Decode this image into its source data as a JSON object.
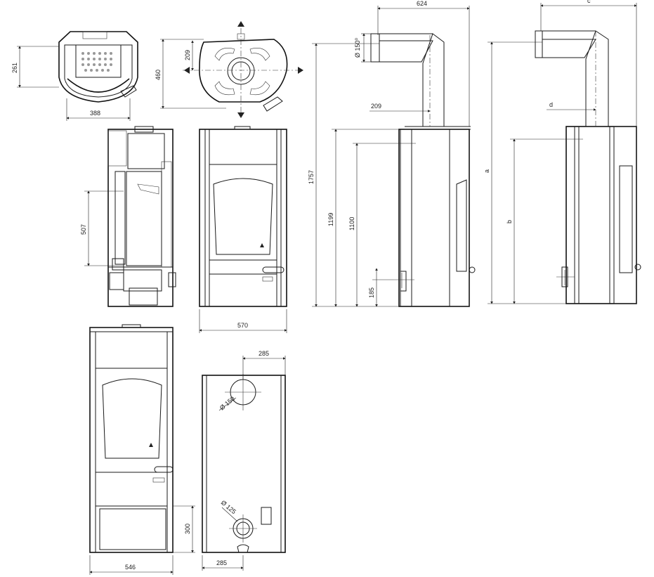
{
  "dims": {
    "top_depth": "261",
    "top_width": "388",
    "outlet_depth": "460",
    "outlet_offset": "209",
    "window_height": "507",
    "front_width": "570",
    "flue_depth": "624",
    "flue_diameter": "Ø 150⁰",
    "flue_offset": "209",
    "total_height": "1757",
    "body_height": "1199",
    "outlet_height": "1100",
    "air_inlet_height": "185",
    "param_a": "a",
    "param_b": "b",
    "param_c": "c",
    "param_d": "d",
    "front2_width": "546",
    "base_height": "300",
    "back_top_offset": "285",
    "back_bottom_offset": "285",
    "back_flue_diameter": "Ø 150",
    "air_inlet_diameter": "Ø 125"
  }
}
